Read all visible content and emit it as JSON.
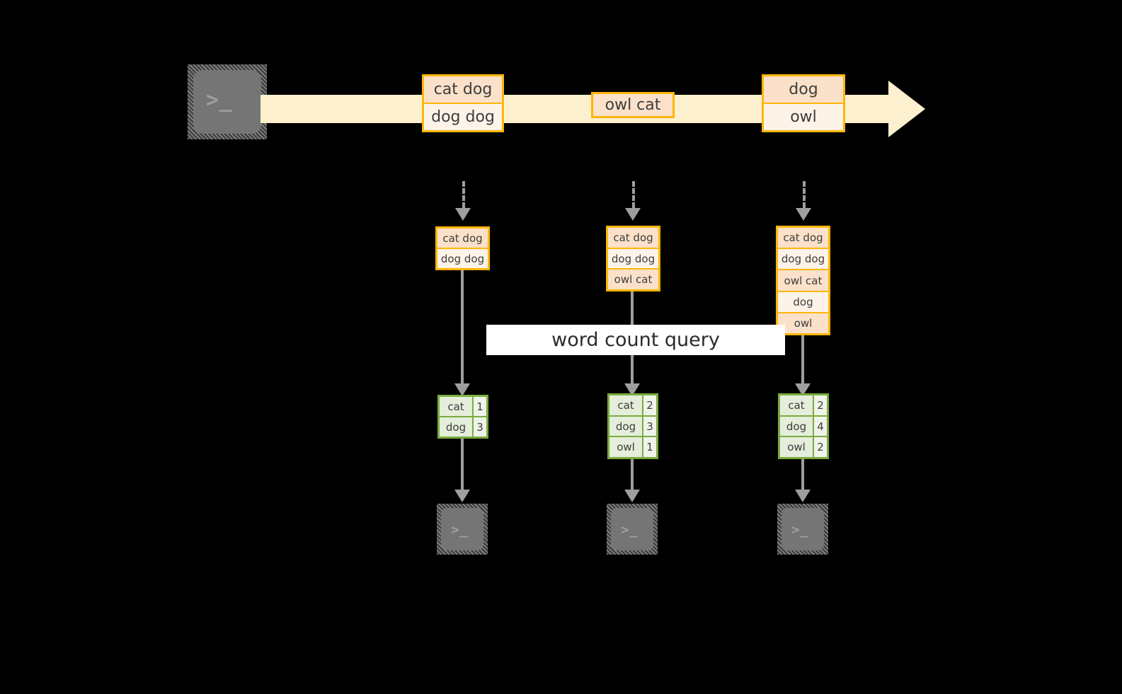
{
  "diagram": {
    "title": "word count streaming query diagram",
    "colors": {
      "stream_fill": "#FDF0CE",
      "record_border": "#FFB60B",
      "record_fill_dark": "#FBE1C9",
      "record_fill_light": "#FDF3E9",
      "table_border": "#7CAB3F",
      "table_fill_word": "#E4EEDB",
      "table_fill_count": "#EFF4EA",
      "connector": "#9e9e9e",
      "terminal_body": "#757575",
      "background": "#000000",
      "label_bg": "#FFFFFF"
    }
  },
  "source": {
    "terminal_icon": "terminal-prompt-icon",
    "glyph": ">_"
  },
  "stream": {
    "arrow_icon": "right-arrow",
    "batches": [
      {
        "id": "batch-1",
        "lines": [
          {
            "text": "cat dog",
            "shade": "dark"
          },
          {
            "text": "dog dog",
            "shade": "light"
          }
        ]
      },
      {
        "id": "batch-2",
        "lines": [
          {
            "text": "owl cat",
            "shade": "dark"
          }
        ]
      },
      {
        "id": "batch-3",
        "lines": [
          {
            "text": "dog",
            "shade": "dark"
          },
          {
            "text": "owl",
            "shade": "light"
          }
        ]
      }
    ]
  },
  "columns": [
    {
      "id": "column-1",
      "accumulated": [
        {
          "text": "cat dog",
          "shade": "dark"
        },
        {
          "text": "dog dog",
          "shade": "light"
        }
      ],
      "results": [
        {
          "word": "cat",
          "count": "1"
        },
        {
          "word": "dog",
          "count": "3"
        }
      ],
      "sink_glyph": ">_"
    },
    {
      "id": "column-2",
      "accumulated": [
        {
          "text": "cat dog",
          "shade": "dark"
        },
        {
          "text": "dog dog",
          "shade": "light"
        },
        {
          "text": "owl cat",
          "shade": "dark"
        }
      ],
      "results": [
        {
          "word": "cat",
          "count": "2"
        },
        {
          "word": "dog",
          "count": "3"
        },
        {
          "word": "owl",
          "count": "1"
        }
      ],
      "sink_glyph": ">_"
    },
    {
      "id": "column-3",
      "accumulated": [
        {
          "text": "cat dog",
          "shade": "dark"
        },
        {
          "text": "dog dog",
          "shade": "light"
        },
        {
          "text": "owl cat",
          "shade": "dark"
        },
        {
          "text": "dog",
          "shade": "light"
        },
        {
          "text": "owl",
          "shade": "dark"
        }
      ],
      "results": [
        {
          "word": "cat",
          "count": "2"
        },
        {
          "word": "dog",
          "count": "4"
        },
        {
          "word": "owl",
          "count": "2"
        }
      ],
      "sink_glyph": ">_"
    }
  ],
  "query": {
    "label": "word count query"
  }
}
